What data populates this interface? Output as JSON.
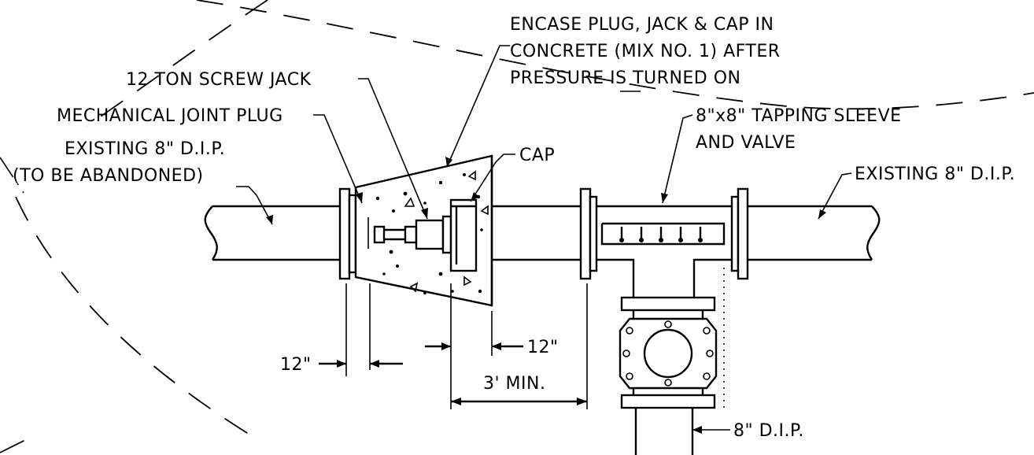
{
  "labels": {
    "encase_line1": "ENCASE PLUG, JACK & CAP IN",
    "encase_line2": "CONCRETE (MIX NO. 1) AFTER",
    "encase_line3": "PRESSURE IS TURNED ON",
    "screw_jack": "12 TON SCREW JACK",
    "mj_plug": "MECHANICAL JOINT PLUG",
    "existing_left_1": "EXISTING 8\" D.I.P.",
    "existing_left_2": "(TO BE ABANDONED)",
    "cap": "CAP",
    "tapping_sleeve_1": "8\"x8\" TAPPING SLEEVE",
    "tapping_sleeve_2": "AND VALVE",
    "existing_right": "EXISTING 8\" D.I.P.",
    "branch_pipe": "8\" D.I.P."
  },
  "dimensions": {
    "left_offset": "12\"",
    "right_offset": "12\"",
    "min_length": "3' MIN."
  }
}
